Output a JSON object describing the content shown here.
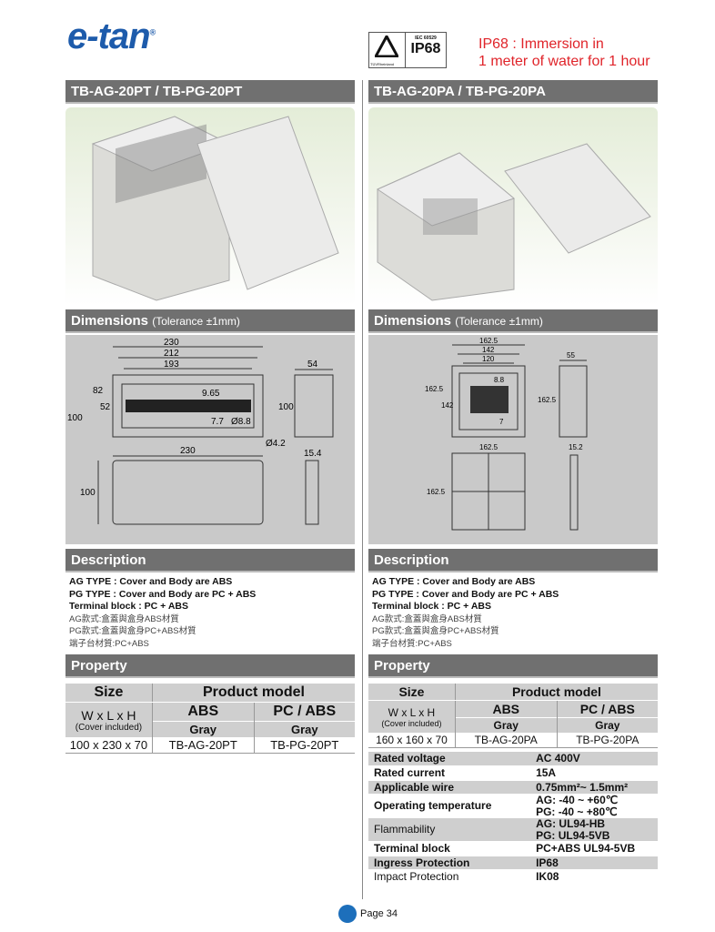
{
  "logo": {
    "text": "e-tan",
    "reg": "®"
  },
  "cert": {
    "standard": "IEC 60529",
    "rating": "IP68",
    "mark": "TÜVRheinland"
  },
  "ip_note": {
    "line1": "IP68 : Immersion in",
    "line2": "1 meter of water for 1 hour"
  },
  "colors": {
    "brand": "#1d5bab",
    "note": "#e0242a",
    "bar": "#707070"
  },
  "left": {
    "title": "TB-AG-20PT / TB-PG-20PT",
    "dimensions_label": "Dimensions",
    "tolerance": "(Tolerance ±1mm)",
    "dims": {
      "w1": "230",
      "w2": "212",
      "w3": "193",
      "h1": "100",
      "h2": "82",
      "h3": "52",
      "pitch": "9.65",
      "d1": "7.7",
      "d2": "Ø8.8",
      "hole": "Ø4.2",
      "side_w": "54",
      "side_h": "100",
      "cover_w": "230",
      "cover_h": "100",
      "cover_t": "15.4"
    },
    "description_label": "Description",
    "description": [
      "AG TYPE : Cover and Body are ABS",
      "PG TYPE : Cover and Body are PC + ABS",
      "Terminal block : PC + ABS"
    ],
    "description_zh": [
      "AG款式:盒蓋與盒身ABS材質",
      "PG款式:盒蓋與盒身PC+ABS材質",
      "端子台材質:PC+ABS"
    ],
    "property_label": "Property",
    "table": {
      "size": "Size",
      "model": "Product model",
      "wlh": "W x L x H",
      "cover": "(Cover included)",
      "abs": "ABS",
      "pcabs": "PC / ABS",
      "gray1": "Gray",
      "gray2": "Gray",
      "dim": "100 x 230 x 70",
      "m1": "TB-AG-20PT",
      "m2": "TB-PG-20PT"
    }
  },
  "right": {
    "title": "TB-AG-20PA / TB-PG-20PA",
    "dimensions_label": "Dimensions",
    "tolerance": "(Tolerance ±1mm)",
    "dims": {
      "w1": "162.5",
      "w2": "142",
      "w3": "120",
      "h1": "162.5",
      "h2": "142",
      "pitch": "8.8",
      "d1": "7",
      "side_w": "55",
      "side_h": "162.5",
      "cover_w": "162.5",
      "cover_h": "162.5",
      "cover_t": "15.2"
    },
    "description_label": "Description",
    "description": [
      "AG TYPE : Cover and Body are ABS",
      "PG TYPE : Cover and Body are PC + ABS",
      "Terminal block : PC + ABS"
    ],
    "description_zh": [
      "AG款式:盒蓋與盒身ABS材質",
      "PG款式:盒蓋與盒身PC+ABS材質",
      "端子台材質:PC+ABS"
    ],
    "property_label": "Property",
    "table": {
      "size": "Size",
      "model": "Product model",
      "wlh": "W x L x H",
      "cover": "(Cover included)",
      "abs": "ABS",
      "pcabs": "PC / ABS",
      "gray1": "Gray",
      "gray2": "Gray",
      "dim": "160 x 160 x 70",
      "m1": "TB-AG-20PA",
      "m2": "TB-PG-20PA"
    },
    "specs": [
      {
        "k": "Rated voltage",
        "v": "AC 400V"
      },
      {
        "k": "Rated current",
        "v": "15A"
      },
      {
        "k": "Applicable wire",
        "v": "0.75mm²~ 1.5mm²"
      },
      {
        "k": "Operating temperature",
        "v": "AG: -40 ~ +60℃",
        "v2": "PG: -40 ~ +80℃"
      },
      {
        "k": "Flammability",
        "v": "AG: UL94-HB",
        "v2": "PG: UL94-5VB"
      },
      {
        "k": "Terminal block",
        "v": "PC+ABS UL94-5VB"
      },
      {
        "k": "Ingress Protection",
        "v": "IP68"
      },
      {
        "k": "Impact Protection",
        "v": "IK08"
      }
    ]
  },
  "footer": {
    "page": "Page 34"
  }
}
